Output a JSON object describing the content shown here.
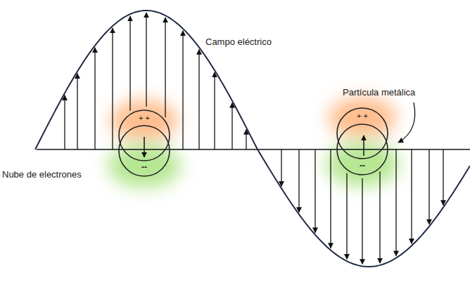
{
  "diagram": {
    "nodes": [
      {
        "text": [
          "+ +"
        ]
      },
      {
        "text": [
          "--"
        ]
      },
      {
        "text": [
          "+ +"
        ]
      },
      {
        "text": [
          "--"
        ]
      }
    ],
    "labels": [
      "Campo eléctrico",
      "Partícula metálica",
      "Nube de electrones"
    ]
  }
}
